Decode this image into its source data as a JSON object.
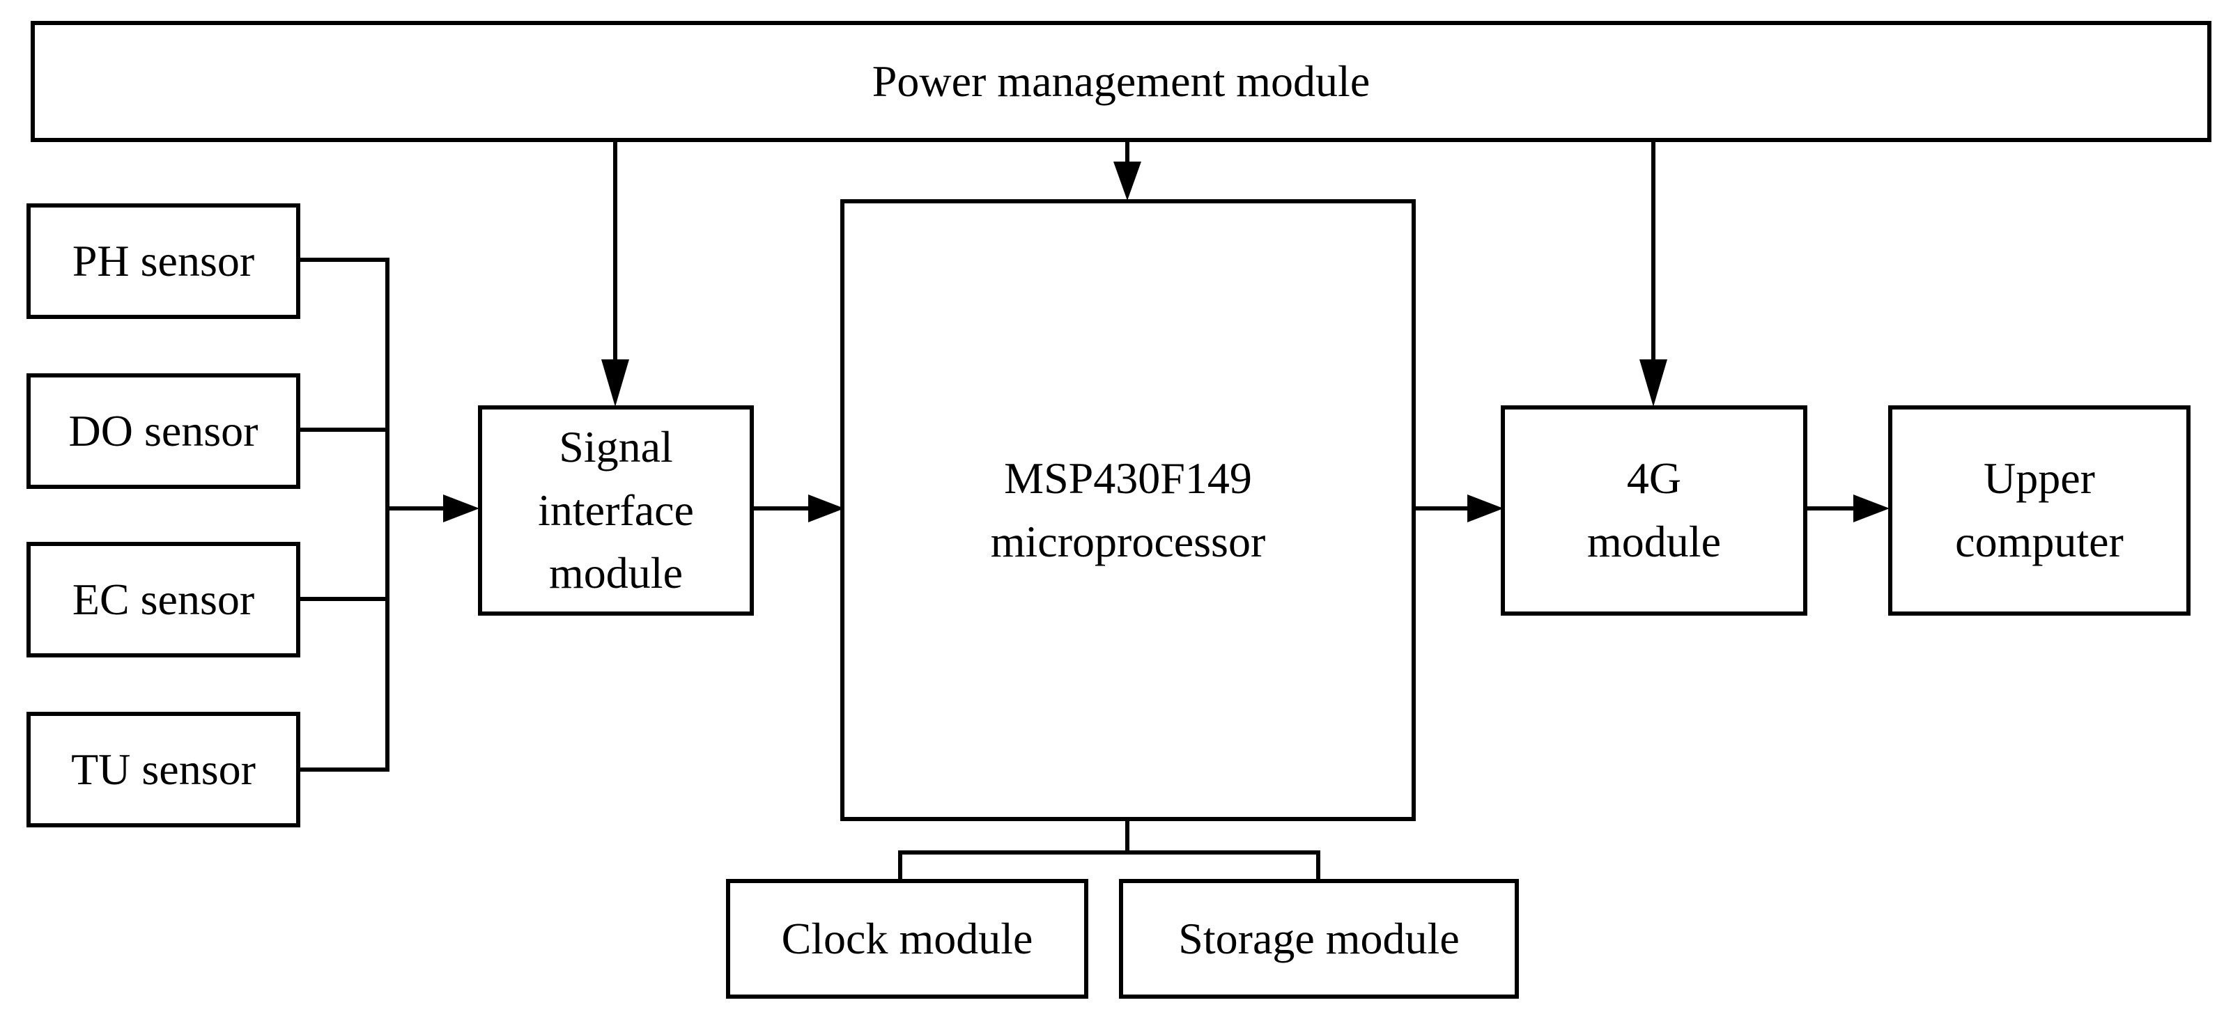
{
  "power": {
    "label": "Power management module"
  },
  "sensors": {
    "ph": "PH sensor",
    "do": "DO sensor",
    "ec": "EC sensor",
    "tu": "TU sensor"
  },
  "signal_interface": {
    "lines": [
      "Signal",
      "interface",
      "module"
    ]
  },
  "mcu": {
    "lines": [
      "MSP430F149",
      "microprocessor"
    ]
  },
  "comm_4g": {
    "lines": [
      "4G",
      "module"
    ]
  },
  "upper": {
    "lines": [
      "Upper",
      "computer"
    ]
  },
  "clock": {
    "label": "Clock module"
  },
  "storage": {
    "label": "Storage module"
  },
  "colors": {
    "stroke": "#000000",
    "background": "#ffffff"
  }
}
